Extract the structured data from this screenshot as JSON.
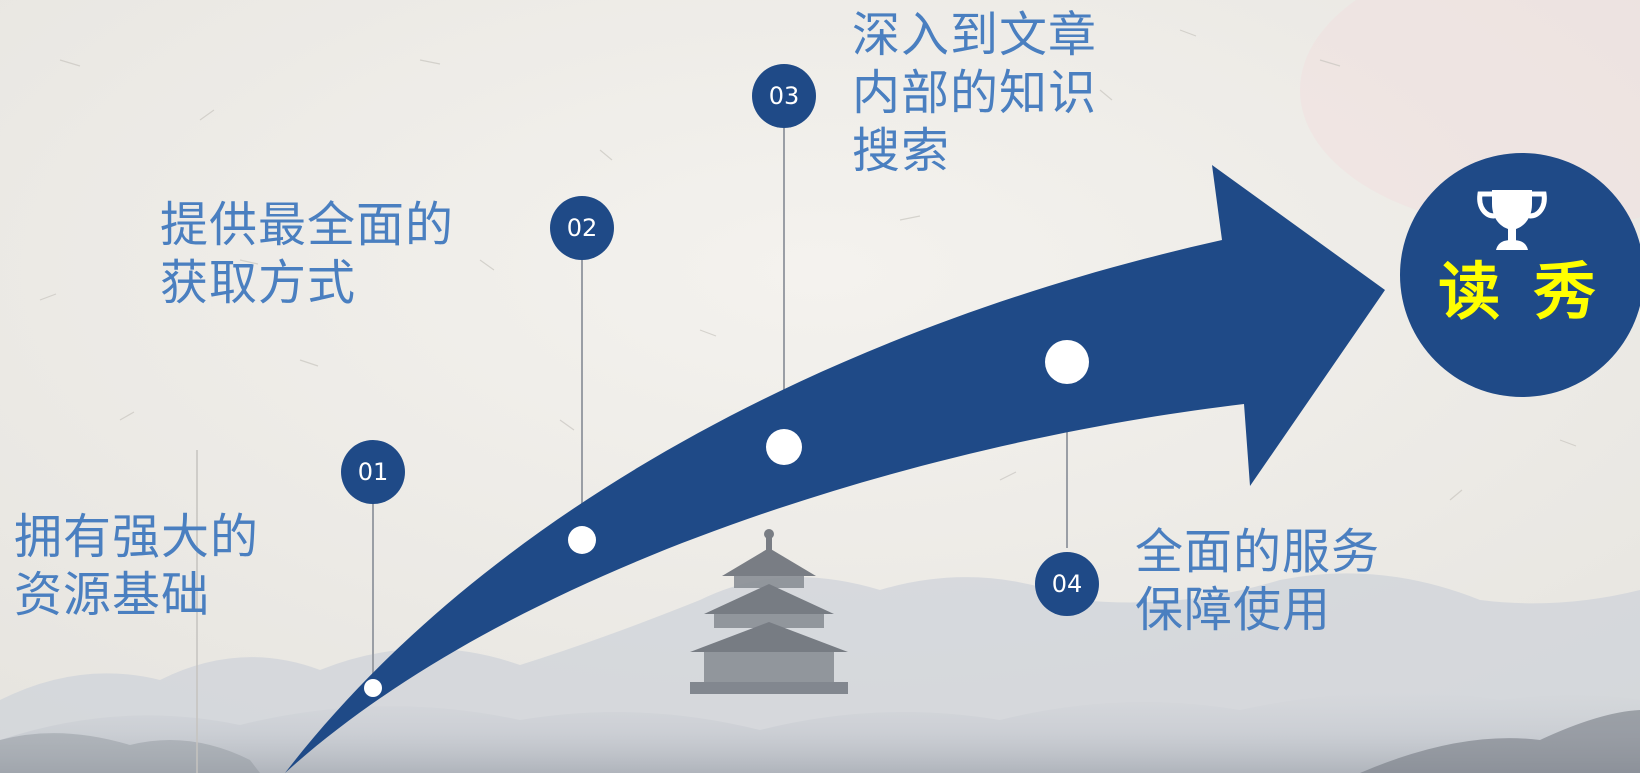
{
  "colors": {
    "accent": "#1f4a87",
    "label_text": "#4a7fc0",
    "goal_text": "#ffff00",
    "badge_text": "#ffffff"
  },
  "steps": [
    {
      "number": "01",
      "lines": [
        "拥有强大的",
        "资源基础"
      ]
    },
    {
      "number": "02",
      "lines": [
        "提供最全面的",
        "获取方式"
      ]
    },
    {
      "number": "03",
      "lines": [
        "深入到文章",
        "内部的知识",
        "搜索"
      ]
    },
    {
      "number": "04",
      "lines": [
        "全面的服务",
        "保障使用"
      ]
    }
  ],
  "goal": {
    "icon": "trophy-icon",
    "label": "读 秀"
  }
}
